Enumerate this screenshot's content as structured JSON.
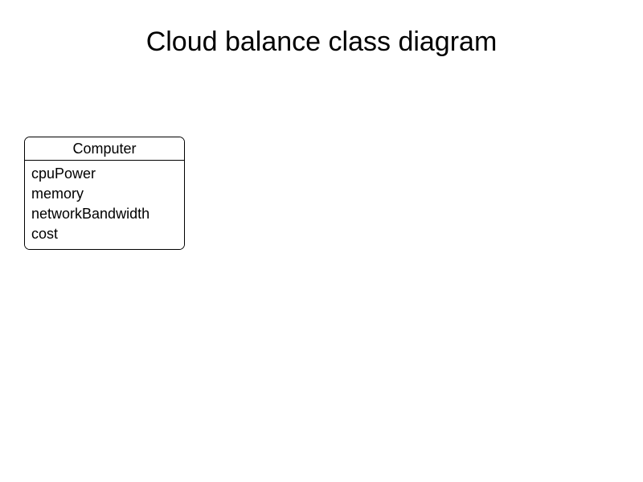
{
  "diagram": {
    "title": "Cloud balance class diagram",
    "background_color": "#ffffff",
    "line_color": "#000000",
    "text_color": "#000000"
  },
  "classes": [
    {
      "name": "Computer",
      "attributes": [
        {
          "label": "cpuPower"
        },
        {
          "label": "memory"
        },
        {
          "label": "networkBandwidth"
        },
        {
          "label": "cost"
        }
      ]
    }
  ]
}
